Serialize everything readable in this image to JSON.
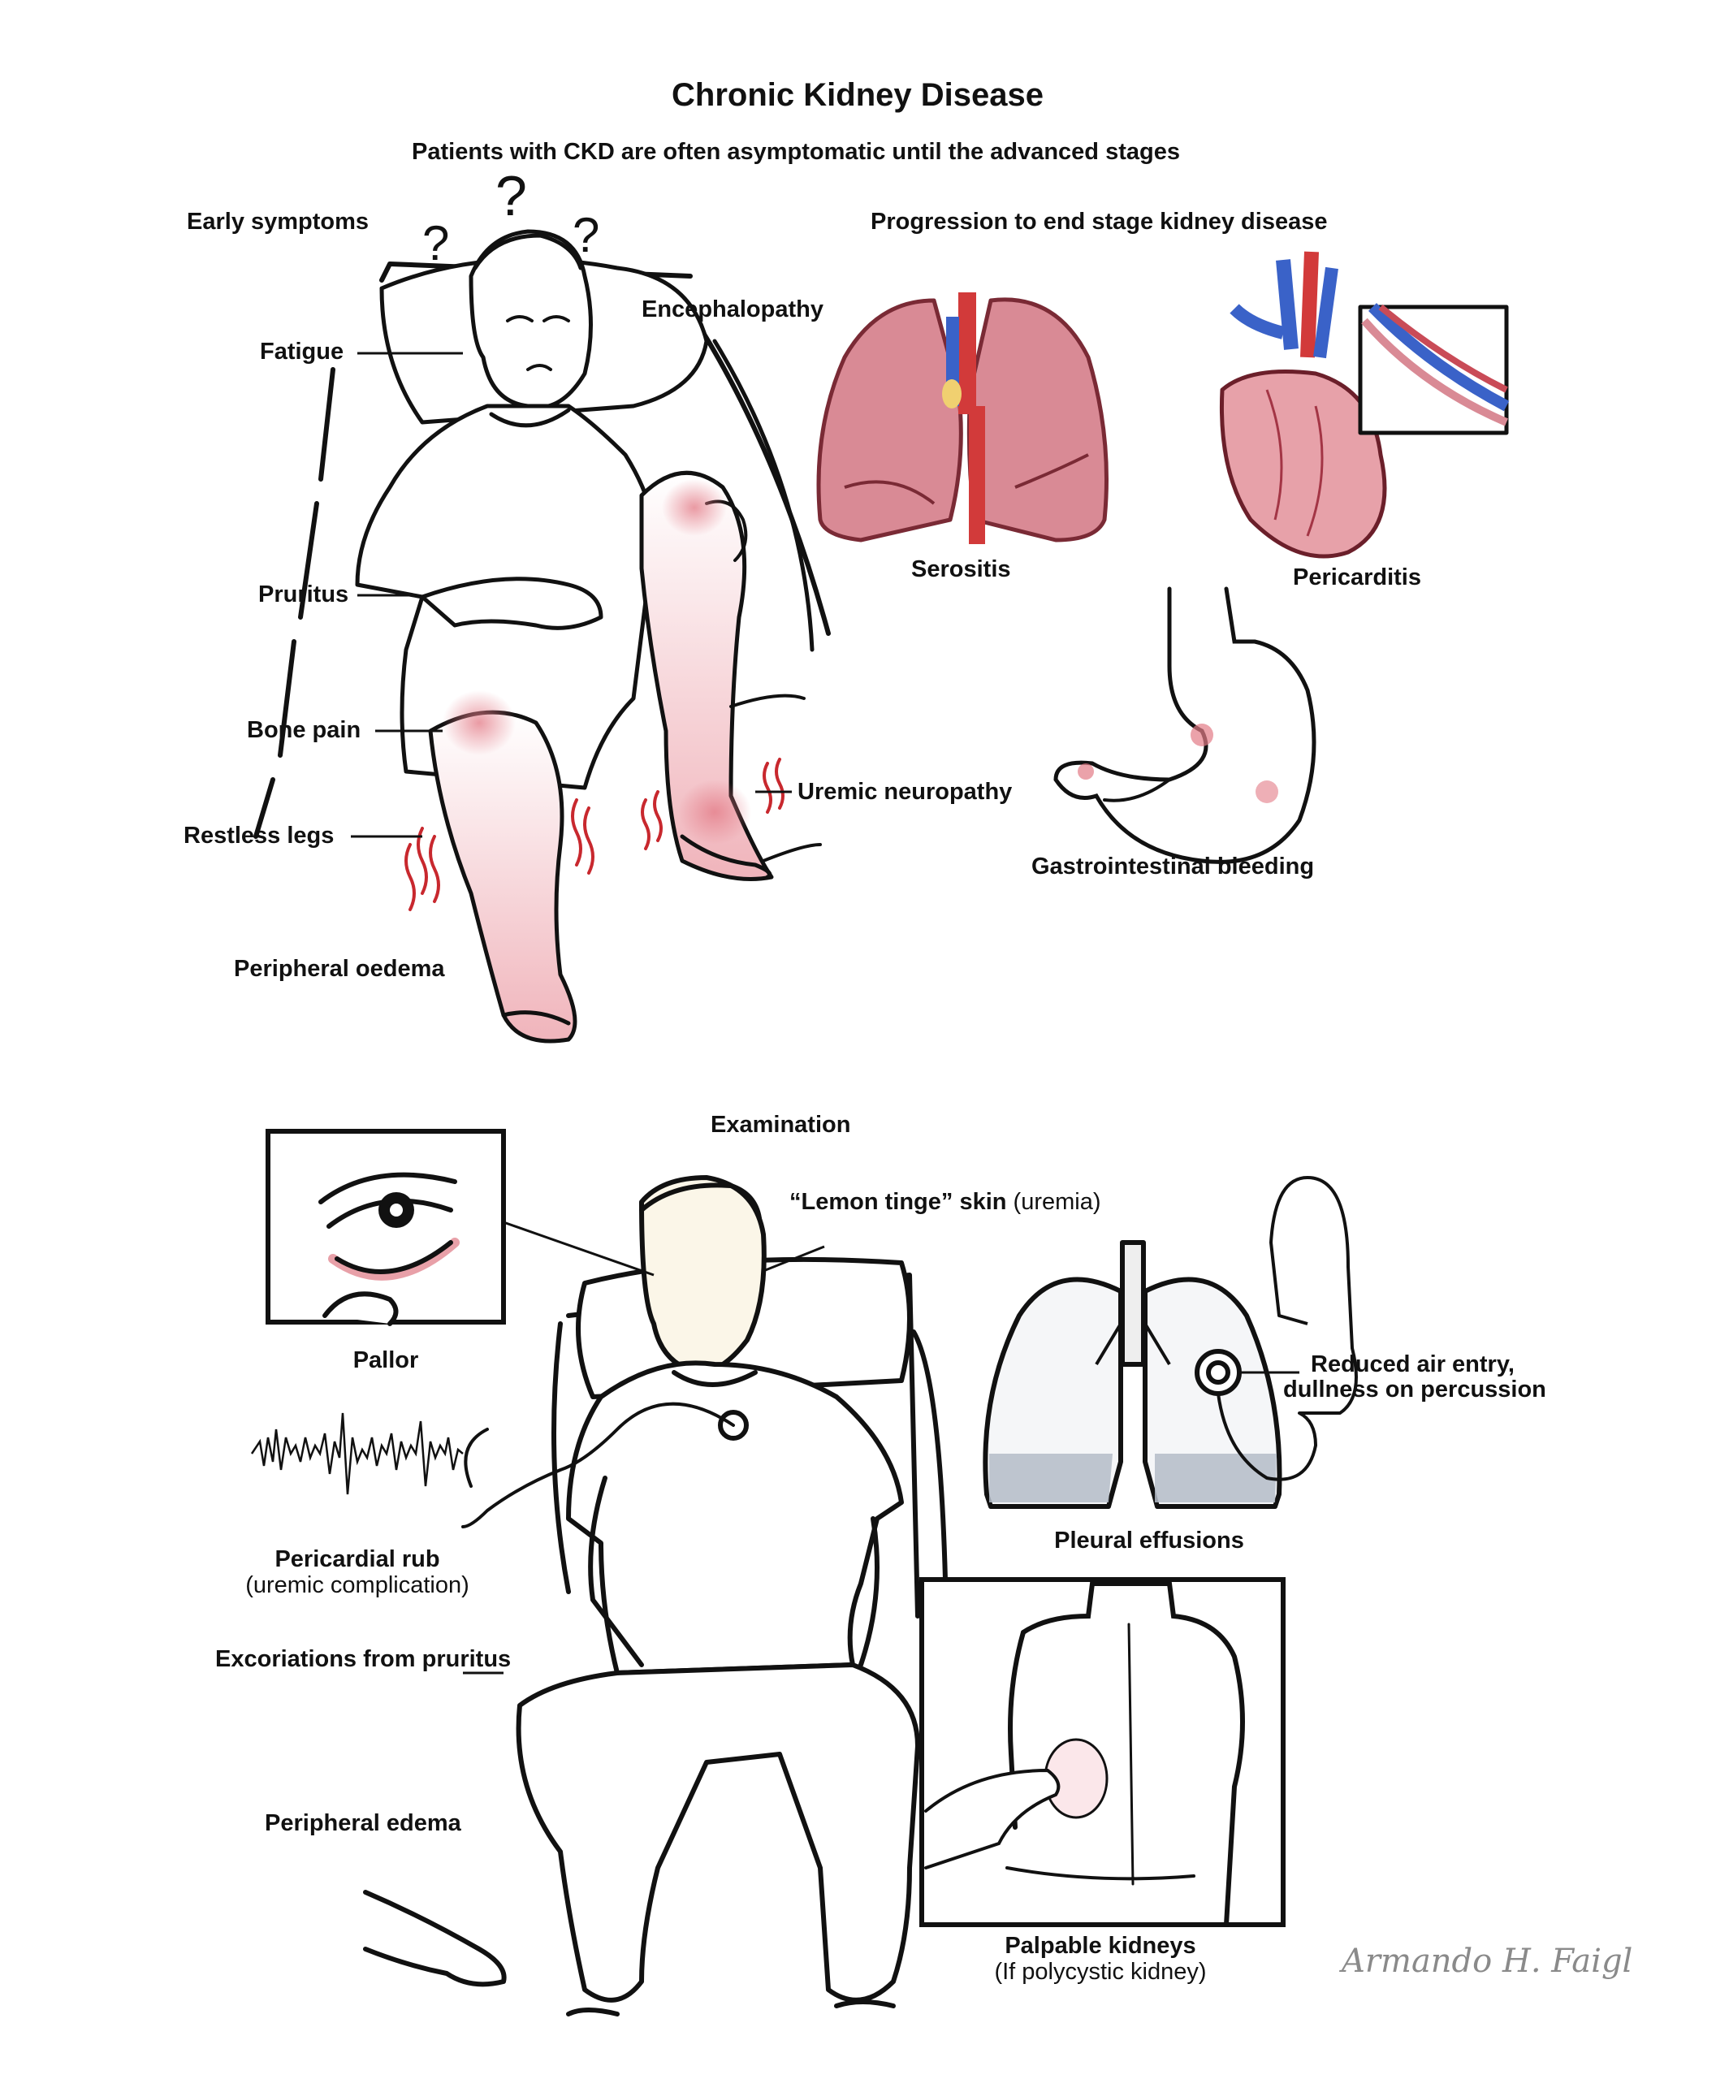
{
  "header": {
    "title": "Chronic Kidney Disease",
    "subtitle": "Patients with CKD are often asymptomatic until the advanced stages"
  },
  "early": {
    "heading": "Early symptoms",
    "fatigue": "Fatigue",
    "encephalopathy": "Encephalopathy",
    "pruritus": "Pruritus",
    "bone_pain": "Bone pain",
    "restless_legs": "Restless legs",
    "uremic_neuropathy": "Uremic neuropathy",
    "peripheral_oedema": "Peripheral oedema"
  },
  "progression": {
    "heading": "Progression to end stage kidney disease",
    "serositis": "Serositis",
    "pericarditis": "Pericarditis",
    "gi_bleeding": "Gastrointestinal bleeding"
  },
  "exam": {
    "heading": "Examination",
    "lemon_bold": "“Lemon tinge” skin",
    "lemon_rest": " (uremia)",
    "pallor": "Pallor",
    "pericardial_rub": "Pericardial rub",
    "pericardial_rub_sub": "(uremic complication)",
    "excoriations": "Excoriations from pruritus",
    "reduced_air_1": "Reduced air entry,",
    "reduced_air_2": "dullness on percussion",
    "pleural": "Pleural effusions",
    "peripheral_edema": "Peripheral edema",
    "palpable": "Palpable kidneys",
    "palpable_sub": "(If polycystic kidney)"
  },
  "signature": "Armando H. Faigl",
  "colors": {
    "ink": "#111111",
    "flesh_red": "#e8a0a8",
    "organ_pink": "#d98a95",
    "vessel_blue": "#3a62c8",
    "vessel_red": "#d23a3a",
    "tremor_red": "#c8282e",
    "effusion_gray": "#b4bcc8"
  }
}
